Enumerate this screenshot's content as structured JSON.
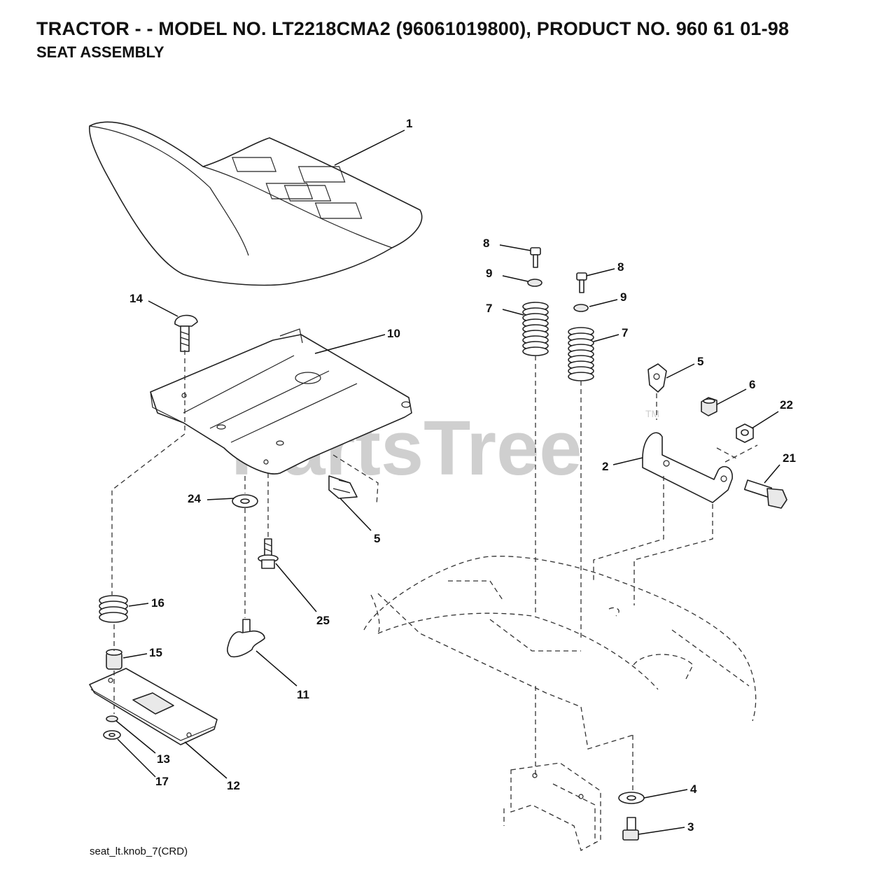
{
  "header": {
    "title": "TRACTOR - - MODEL NO. LT2218CMA2 (96061019800), PRODUCT NO. 960 61 01-98",
    "subtitle": "SEAT ASSEMBLY"
  },
  "watermark": {
    "text": "PartsTree",
    "tm": "TM"
  },
  "footer": {
    "code": "seat_lt.knob_7(CRD)"
  },
  "callouts": [
    {
      "id": "seat",
      "label": "1"
    },
    {
      "id": "mount-plate",
      "label": "10"
    },
    {
      "id": "carriage-bolt",
      "label": "14"
    },
    {
      "id": "clip-left",
      "label": "5"
    },
    {
      "id": "washer-24",
      "label": "24"
    },
    {
      "id": "bolt-25",
      "label": "25"
    },
    {
      "id": "spring-16",
      "label": "16"
    },
    {
      "id": "spacer-15",
      "label": "15"
    },
    {
      "id": "knob",
      "label": "11"
    },
    {
      "id": "bracket-12",
      "label": "12"
    },
    {
      "id": "nut-13",
      "label": "13"
    },
    {
      "id": "nut-17",
      "label": "17"
    },
    {
      "id": "bolt-8-left",
      "label": "8"
    },
    {
      "id": "washer-9-left",
      "label": "9"
    },
    {
      "id": "spring-7-left",
      "label": "7"
    },
    {
      "id": "bolt-8-right",
      "label": "8"
    },
    {
      "id": "washer-9-right",
      "label": "9"
    },
    {
      "id": "spring-7-right",
      "label": "7"
    },
    {
      "id": "clip-right",
      "label": "5"
    },
    {
      "id": "nut-6",
      "label": "6"
    },
    {
      "id": "nut-22",
      "label": "22"
    },
    {
      "id": "bracket-2",
      "label": "2"
    },
    {
      "id": "bolt-21",
      "label": "21"
    },
    {
      "id": "washer-4",
      "label": "4"
    },
    {
      "id": "bolt-3",
      "label": "3"
    }
  ]
}
